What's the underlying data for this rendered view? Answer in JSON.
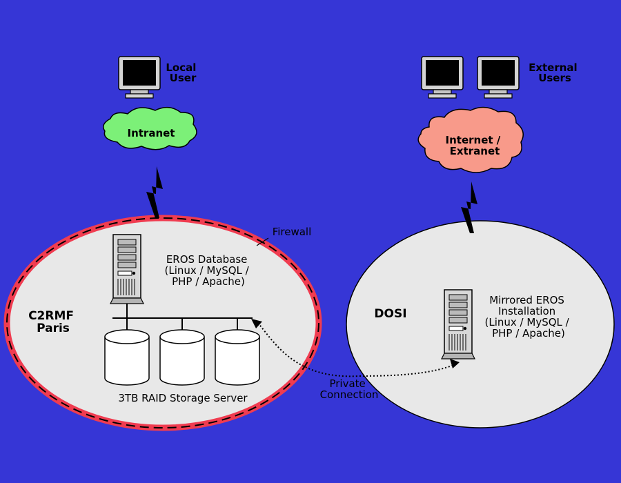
{
  "diagram": {
    "local_user": [
      "Local",
      "User"
    ],
    "external_users": [
      "External",
      "Users"
    ],
    "intranet": "Intranet",
    "internet": [
      "Internet /",
      "Extranet"
    ],
    "firewall": "Firewall",
    "c2rmf": [
      "C2RMF",
      "Paris"
    ],
    "eros_database": [
      "EROS Database",
      "(Linux / MySQL /",
      "PHP / Apache)"
    ],
    "storage": "3TB RAID Storage Server",
    "private_connection": [
      "Private",
      "Connection"
    ],
    "dosi": "DOSI",
    "mirrored": [
      "Mirrored  EROS",
      "Installation",
      "(Linux / MySQL /",
      "PHP / Apache)"
    ]
  },
  "colors": {
    "background": "#3636d6",
    "intranet_cloud": "#7cf078",
    "internet_cloud": "#f89a8a",
    "firewall": "#f03c50",
    "site_fill": "#e8e8e8"
  },
  "icons": [
    "monitor-icon",
    "server-tower-icon",
    "disk-cylinder-icon",
    "lightning-bolt-icon"
  ]
}
